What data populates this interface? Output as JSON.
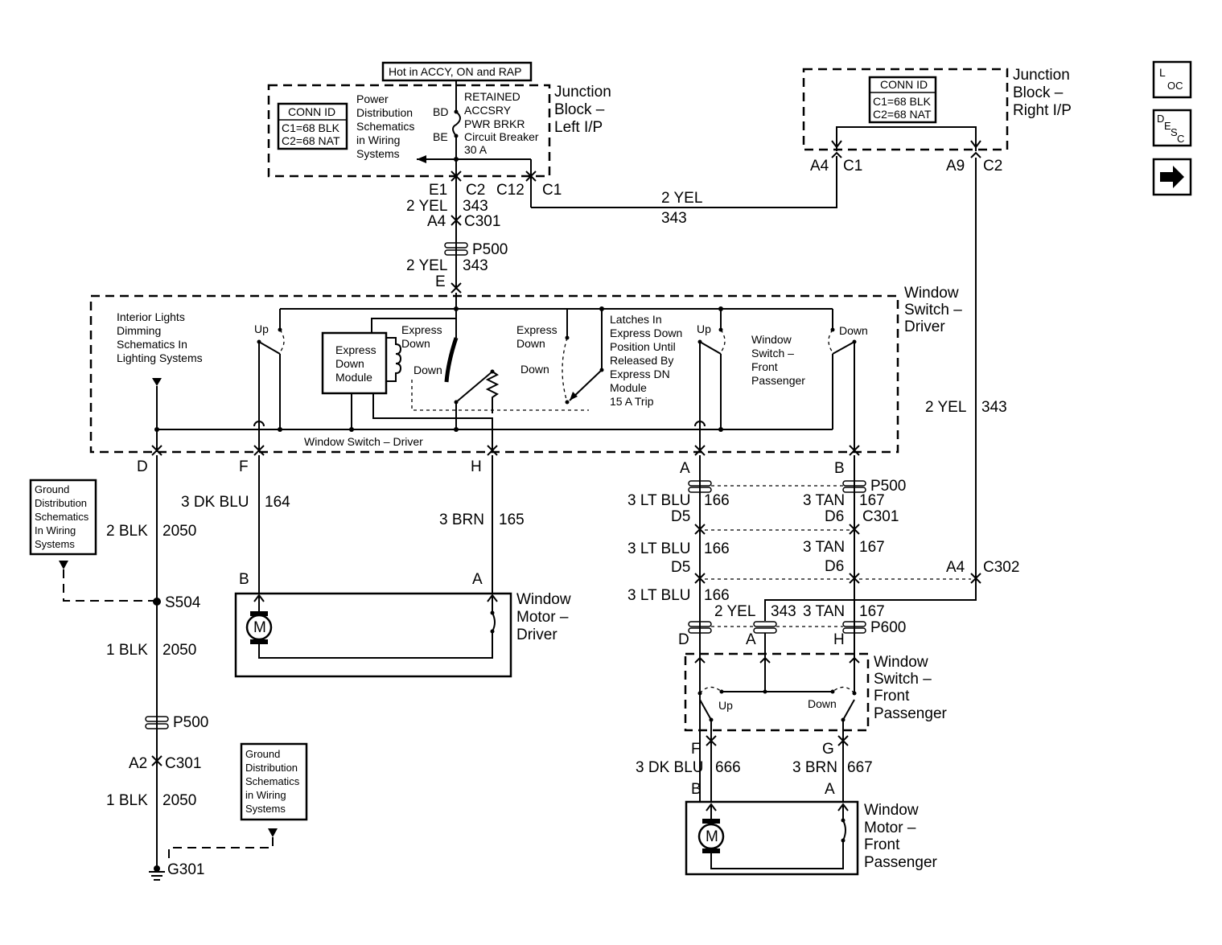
{
  "nav": {
    "loc": {
      "main": "L",
      "sub": "OC"
    },
    "desc": {
      "main": "D",
      "sub1": "E",
      "sub2": "S",
      "sub3": "C"
    }
  },
  "hot_box": "Hot in ACCY, ON and RAP",
  "jb_left": {
    "title": [
      "Junction",
      "Block –",
      "Left I/P"
    ],
    "conn_id": "CONN ID",
    "conn_c1": "C1=68 BLK",
    "conn_c2": "C2=68 NAT",
    "power_ref": [
      "Power",
      "Distribution",
      "Schematics",
      "in Wiring",
      "Systems"
    ],
    "breaker": [
      "RETAINED",
      "ACCSRY",
      "PWR BRKR",
      "Circuit Breaker",
      "30 A"
    ],
    "pin_bd": "BD",
    "pin_be": "BE"
  },
  "jb_right": {
    "title": [
      "Junction",
      "Block –",
      "Right I/P"
    ],
    "conn_id": "CONN ID",
    "conn_c1": "C1=68 BLK",
    "conn_c2": "C2=68 NAT"
  },
  "labels": {
    "e1": "E1",
    "c2": "C2",
    "c12": "C12",
    "c1": "C1",
    "yel2": "2 YEL",
    "n343": "343",
    "a4": "A4",
    "c301": "C301",
    "p500": "P500",
    "e": "E",
    "a4r": "A4",
    "c1r": "C1",
    "a9": "A9",
    "c2r": "C2",
    "d": "D",
    "f": "F",
    "h": "H",
    "a": "A",
    "b": "B",
    "dkblu3": "3 DK BLU",
    "n164": "164",
    "brn3": "3 BRN",
    "n165": "165",
    "blk2": "2 BLK",
    "n2050": "2050",
    "s504": "S504",
    "blk1": "1 BLK",
    "a2": "A2",
    "g301": "G301",
    "motor_b": "B",
    "motor_a": "A",
    "ltblu3": "3 LT BLU",
    "n166": "166",
    "tan3": "3 TAN",
    "n167": "167",
    "d5": "D5",
    "d6": "D6",
    "c302": "C302",
    "p600": "P600",
    "pd": "D",
    "pa": "A",
    "ph": "H",
    "pf": "F",
    "pg": "G",
    "n666": "666",
    "n667": "667",
    "m": "M"
  },
  "window_switch_driver": {
    "title": [
      "Window",
      "Switch –",
      "Driver"
    ],
    "bottom_label": "Window Switch – Driver",
    "interior_ref": [
      "Interior Lights",
      "Dimming",
      "Schematics In",
      "Lighting Systems"
    ],
    "up": "Up",
    "express_down_module": [
      "Express",
      "Down",
      "Module"
    ],
    "express_down_1": [
      "Express",
      "Down"
    ],
    "down_1": "Down",
    "express_down_2": [
      "Express",
      "Down"
    ],
    "down_2": "Down",
    "latch_note": [
      "Latches In",
      "Express Down",
      "Position Until",
      "Released By",
      "Express DN",
      "Module",
      "15 A Trip"
    ],
    "up_2": "Up",
    "fp_switch": [
      "Window",
      "Switch –",
      "Front",
      "Passenger"
    ],
    "down_3": "Down"
  },
  "motor_driver": {
    "title": [
      "Window",
      "Motor –",
      "Driver"
    ]
  },
  "switch_front_passenger": {
    "title": [
      "Window",
      "Switch –",
      "Front",
      "Passenger"
    ],
    "up": "Up",
    "down": "Down"
  },
  "motor_front_passenger": {
    "title": [
      "Window",
      "Motor –",
      "Front",
      "Passenger"
    ]
  },
  "ground_ref_1": [
    "Ground",
    "Distribution",
    "Schematics",
    "In Wiring",
    "Systems"
  ],
  "ground_ref_2": [
    "Ground",
    "Distribution",
    "Schematics",
    "in Wiring",
    "Systems"
  ]
}
